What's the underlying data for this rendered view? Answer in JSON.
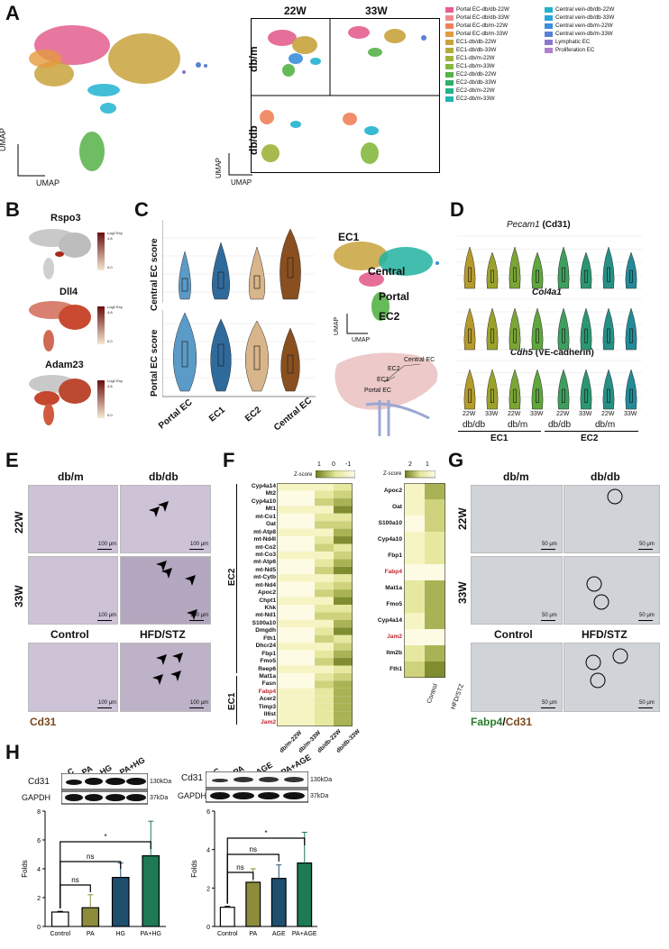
{
  "panels": [
    "A",
    "B",
    "C",
    "D",
    "E",
    "F",
    "G",
    "H"
  ],
  "A": {
    "grid_cols": [
      "22W",
      "33W"
    ],
    "grid_rows": [
      "db/m",
      "db/db"
    ],
    "axis": "UMAP",
    "legend": [
      {
        "label": "Portal EC-db/db-22W",
        "color": "#e35f8e"
      },
      {
        "label": "Portal EC-db/db-33W",
        "color": "#f28a8a"
      },
      {
        "label": "Portal EC-db/m-22W",
        "color": "#f0825a"
      },
      {
        "label": "Portal EC-db/m-33W",
        "color": "#e59a3e"
      },
      {
        "label": "EC1-db/db-22W",
        "color": "#c8a33c"
      },
      {
        "label": "EC1-db/db-33W",
        "color": "#b4ac3a"
      },
      {
        "label": "EC1-db/m-22W",
        "color": "#9fb23b"
      },
      {
        "label": "EC1-db/m-33W",
        "color": "#86b83f"
      },
      {
        "label": "EC2-db/db-22W",
        "color": "#55b247"
      },
      {
        "label": "EC2-db/db-33W",
        "color": "#2fae6a"
      },
      {
        "label": "EC2-db/m-22W",
        "color": "#25b38f"
      },
      {
        "label": "EC2-db/m-33W",
        "color": "#22b4b0"
      },
      {
        "label": "Central vein-db/db-22W",
        "color": "#22b3cf"
      },
      {
        "label": "Central vein-db/db-33W",
        "color": "#27a6e0"
      },
      {
        "label": "Central vein-db/m-22W",
        "color": "#3b8fdc"
      },
      {
        "label": "Central vein-db/m-33W",
        "color": "#5a7fd6"
      },
      {
        "label": "Lymphatic EC",
        "color": "#8a78cf"
      },
      {
        "label": "Proliferation EC",
        "color": "#b07fcf"
      }
    ]
  },
  "B": {
    "genes": [
      "Rspo3",
      "Dll4",
      "Adam23"
    ],
    "scale_title": "Log2 Exp",
    "scale_max": "4.8",
    "scale_min": "0.0"
  },
  "C": {
    "ylabel_top": "Central EC score",
    "ylabel_bottom": "Portal EC score",
    "categories": [
      "Portal EC",
      "EC1",
      "EC2",
      "Central EC"
    ],
    "umap_labels": [
      "EC1",
      "Central",
      "Portal",
      "EC2"
    ],
    "axis": "UMAP",
    "liver_labels": [
      "Central EC",
      "EC2",
      "EC1",
      "Portal EC"
    ],
    "colors": [
      "#5b9bc8",
      "#2f6a9c",
      "#d8b58a",
      "#8a4f1e"
    ]
  },
  "D": {
    "genes": [
      {
        "name": "Pecam1",
        "suffix": " (Cd31)"
      },
      {
        "name": "Col4a1",
        "suffix": ""
      },
      {
        "name": "Cdh5",
        "suffix": " (VE-cadherin)"
      }
    ],
    "weeks": [
      "22W",
      "33W",
      "22W",
      "33W",
      "22W",
      "33W",
      "22W",
      "33W"
    ],
    "groups": [
      "db/db",
      "db/m",
      "db/db",
      "db/m"
    ],
    "clusters": [
      "EC1",
      "EC2"
    ]
  },
  "E": {
    "cols": [
      "db/m",
      "db/db"
    ],
    "rows": [
      "22W",
      "33W"
    ],
    "bottom_cols": [
      "Control",
      "HFD/STZ"
    ],
    "scale": "100 μm",
    "stain": "Cd31"
  },
  "F": {
    "zscore_title": "Z-score",
    "zscore_ticks_left": [
      "1",
      "0",
      "-1"
    ],
    "zscore_ticks_right": [
      "2",
      "1"
    ],
    "genes": [
      "Cyp4a14",
      "Mt2",
      "Cyp4a10",
      "Mt1",
      "mt-Co1",
      "Oat",
      "mt-Atp8",
      "mt-Nd4l",
      "mt-Co2",
      "mt-Co3",
      "mt-Atp6",
      "mt-Nd5",
      "mt-Cytb",
      "mt-Nd4",
      "Apoc2",
      "Chpt1",
      "Khk",
      "mt-Nd1",
      "S100a10",
      "Dmgdh",
      "Fth1",
      "Dhcr24",
      "Fbp1",
      "Fmo5",
      "Reep6",
      "Mat1a",
      "Fasn",
      "Fabp4",
      "Acer2",
      "Timp3",
      "Il6st",
      "Jam2"
    ],
    "red_genes": [
      "Fabp4",
      "Jam2"
    ],
    "groups": [
      "EC2",
      "EC1"
    ],
    "columns": [
      "db/m-22W",
      "db/m-33W",
      "db/db-22W",
      "db/db-33W"
    ],
    "right_genes": [
      "Apoc2",
      "Oat",
      "S100a10",
      "Cyp4a10",
      "Fbp1",
      "Fabp4",
      "Mat1a",
      "Fmo5",
      "Cyp4a14",
      "Jam2",
      "Itm2b",
      "Fth1"
    ],
    "right_columns": [
      "Control",
      "HFD/STZ"
    ]
  },
  "G": {
    "cols": [
      "db/m",
      "db/db"
    ],
    "rows": [
      "22W",
      "33W"
    ],
    "bottom_cols": [
      "Control",
      "HFD/STZ"
    ],
    "scale": "50 μm",
    "stain_a": "Fabp4",
    "stain_sep": "/",
    "stain_b": "Cd31"
  },
  "H": {
    "left": {
      "lanes": [
        "C",
        "PA",
        "HG",
        "PA+HG"
      ],
      "blots": [
        "Cd31",
        "GAPDH"
      ],
      "kda": [
        "130kDa",
        "37kDa"
      ]
    },
    "right": {
      "lanes": [
        "C",
        "PA",
        "AGE",
        "PA+AGE"
      ],
      "blots": [
        "Cd31",
        "GAPDH"
      ],
      "kda": [
        "130kDa",
        "37kDa"
      ]
    },
    "sig": [
      "ns",
      "ns",
      "*"
    ]
  },
  "chart_data": [
    {
      "type": "bar",
      "ylabel": "Folds",
      "categories": [
        "Control",
        "PA",
        "HG",
        "PA+HG"
      ],
      "values": [
        1.0,
        1.3,
        3.4,
        4.9
      ],
      "errors": [
        0.05,
        0.9,
        1.0,
        2.4
      ],
      "ylim": [
        0,
        8
      ],
      "yticks": [
        "0",
        "2",
        "4",
        "6",
        "8"
      ],
      "colors": [
        "#ffffff",
        "#8c8c3a",
        "#1f4e6f",
        "#1d7a55"
      ]
    },
    {
      "type": "bar",
      "ylabel": "Folds",
      "categories": [
        "Control",
        "PA",
        "AGE",
        "PA+AGE"
      ],
      "values": [
        1.0,
        2.3,
        2.5,
        3.3
      ],
      "errors": [
        0.05,
        0.7,
        0.7,
        1.6
      ],
      "ylim": [
        0,
        6
      ],
      "yticks": [
        "0",
        "2",
        "4",
        "6"
      ],
      "colors": [
        "#ffffff",
        "#8c8c3a",
        "#1f4e6f",
        "#1d7a55"
      ]
    }
  ]
}
